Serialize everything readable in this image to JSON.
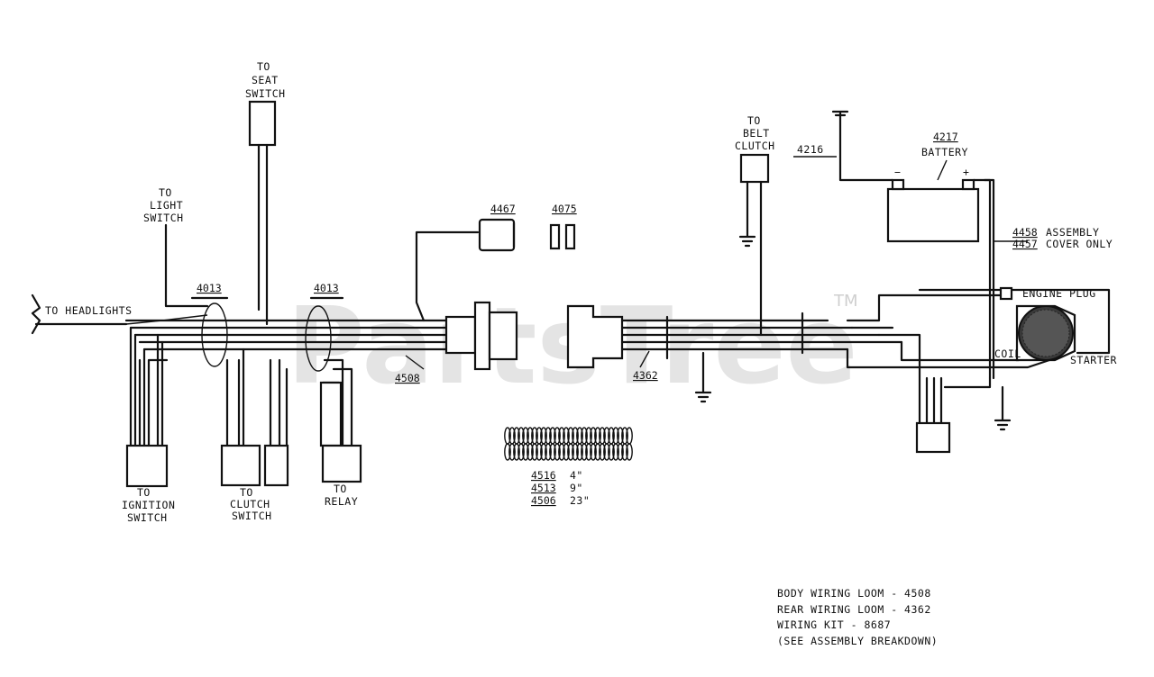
{
  "watermark": {
    "text": "PartsTree",
    "trademark": "TM"
  },
  "connections": {
    "seat_switch": [
      "TO",
      "SEAT",
      "SWITCH"
    ],
    "light_switch": [
      "TO",
      "LIGHT",
      "SWITCH"
    ],
    "headlights": "TO HEADLIGHTS",
    "ignition_switch": [
      "TO",
      "IGNITION",
      "SWITCH"
    ],
    "clutch_switch": [
      "TO",
      "CLUTCH",
      "SWITCH"
    ],
    "relay": [
      "TO",
      "RELAY"
    ],
    "belt_clutch": [
      "TO",
      "BELT",
      "CLUTCH"
    ]
  },
  "parts": {
    "clamp_left": "4013",
    "clamp_right": "4013",
    "connector": "4467",
    "fuse": "4075",
    "body_loom": "4508",
    "rear_loom": "4362",
    "ground_wire": "4216",
    "battery_no": "4217",
    "battery_label": "BATTERY",
    "battery_neg": "−",
    "battery_pos": "+",
    "assembly_no": "4458",
    "assembly_label": "ASSEMBLY",
    "cover_no": "4457",
    "cover_label": "COVER ONLY",
    "engine_plug": "ENGINE PLUG",
    "coil": "COIL",
    "starter": "STARTER"
  },
  "sleeving": [
    {
      "part": "4516",
      "length": "4\""
    },
    {
      "part": "4513",
      "length": "9\""
    },
    {
      "part": "4506",
      "length": "23\""
    }
  ],
  "notes": [
    "BODY WIRING LOOM - 4508",
    "REAR WIRING LOOM - 4362",
    "WIRING KIT - 8687",
    "(SEE ASSEMBLY BREAKDOWN)"
  ]
}
